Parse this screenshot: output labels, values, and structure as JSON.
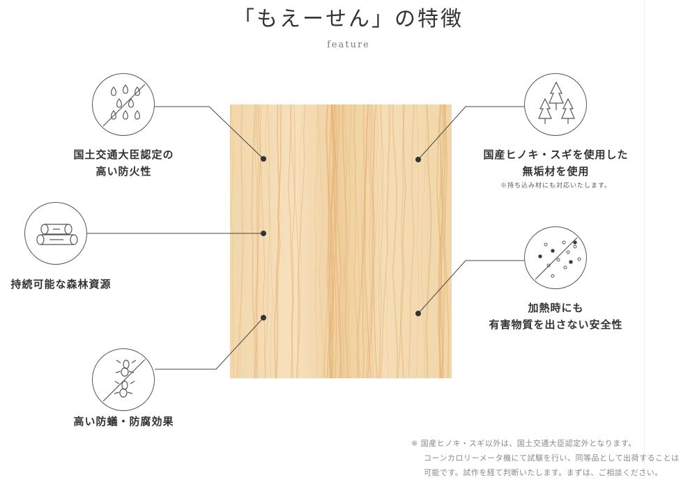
{
  "header": {
    "title": "「もえーせん」の特徴",
    "subtitle": "feature"
  },
  "features": [
    {
      "icon": "no-fire-icon",
      "lines": [
        "国土交通大臣認定の",
        "高い防火性"
      ]
    },
    {
      "icon": "logs-icon",
      "lines": [
        "持続可能な森林資源"
      ]
    },
    {
      "icon": "no-termite-icon",
      "lines": [
        "高い防蟻・防腐効果"
      ]
    },
    {
      "icon": "trees-icon",
      "lines": [
        "国産ヒノキ・スギを使用した",
        "無垢材を使用"
      ],
      "note": "※持ち込み材にも対応いたします。"
    },
    {
      "icon": "no-particles-icon",
      "lines": [
        "加熱時にも",
        "有害物質を出さない安全性"
      ]
    }
  ],
  "footnote": [
    "※ 国産ヒノキ・スギ以外は、国土交通大臣認定外となります。",
    "コーンカロリーメータ機にて試験を行い、同等品として出荷することは",
    "可能です。試作を経て判断いたします。まずは、ご相談ください。"
  ],
  "colors": {
    "wood": "#f3d9b0",
    "grain": "#e6b57c",
    "line": "#444"
  }
}
